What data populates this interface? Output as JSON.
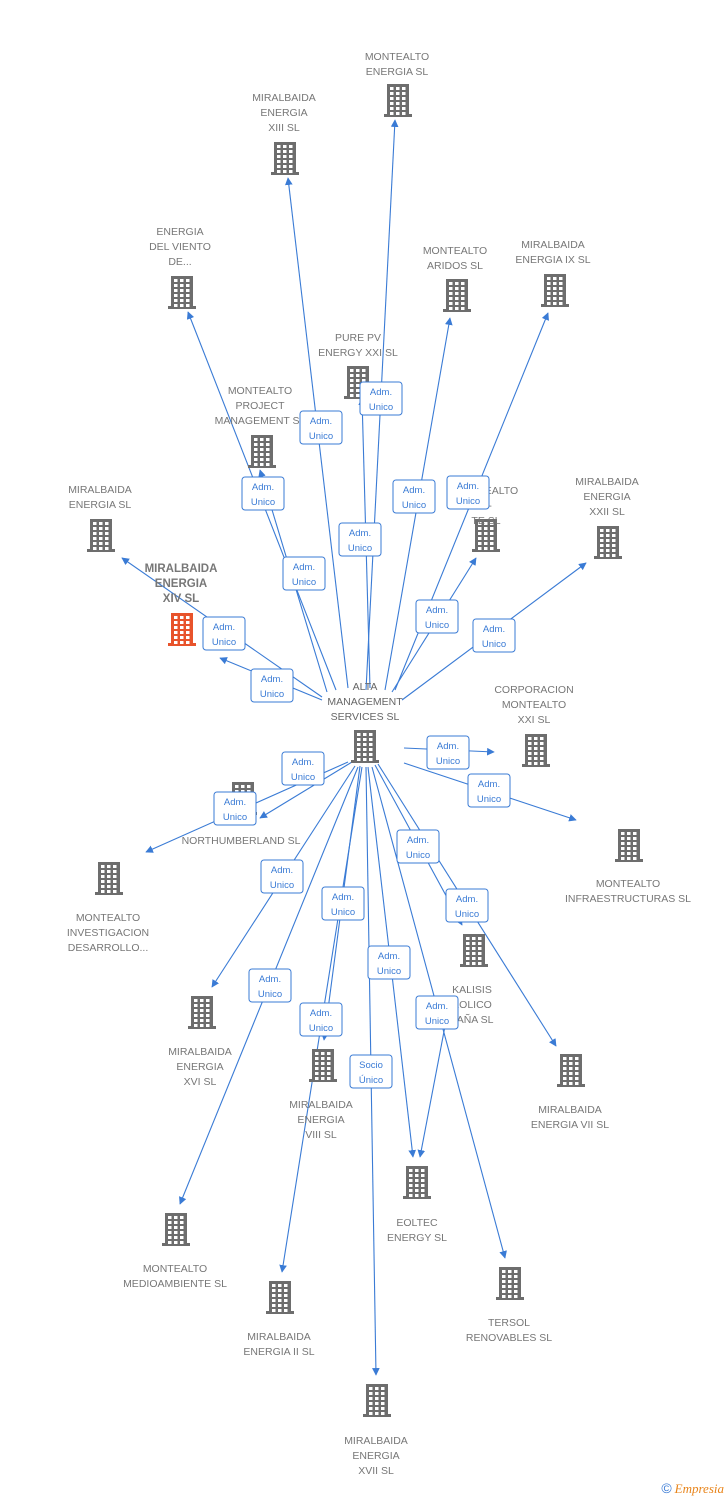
{
  "center": {
    "label": [
      "ALTA",
      "MANAGEMENT",
      "SERVICES SL"
    ]
  },
  "nodes": [
    {
      "id": "montealto_energia",
      "label": [
        "MONTEALTO",
        "ENERGIA SL"
      ],
      "focus": false
    },
    {
      "id": "miralbaida_xiii",
      "label": [
        "MIRALBAIDA",
        "ENERGIA",
        "XIII SL"
      ],
      "focus": false
    },
    {
      "id": "energia_viento",
      "label": [
        "ENERGIA",
        "DEL VIENTO",
        "DE..."
      ],
      "focus": false
    },
    {
      "id": "montealto_aridos",
      "label": [
        "MONTEALTO",
        "ARIDOS SL"
      ],
      "focus": false
    },
    {
      "id": "miralbaida_ix",
      "label": [
        "MIRALBAIDA",
        "ENERGIA IX SL"
      ],
      "focus": false
    },
    {
      "id": "pure_pv",
      "label": [
        "PURE PV",
        "ENERGY XXI SL"
      ],
      "focus": false
    },
    {
      "id": "montealto_project",
      "label": [
        "MONTEALTO",
        "PROJECT",
        "MANAGEMENT SL"
      ],
      "focus": false
    },
    {
      "id": "montealto_hidden",
      "label": [
        "MONTEALTO",
        "O-",
        "TE SL"
      ],
      "focus": false
    },
    {
      "id": "miralbaida_energia",
      "label": [
        "MIRALBAIDA",
        "ENERGIA SL"
      ],
      "focus": false
    },
    {
      "id": "miralbaida_xxii",
      "label": [
        "MIRALBAIDA",
        "ENERGIA",
        "XXII SL"
      ],
      "focus": false
    },
    {
      "id": "miralbaida_xiv",
      "label": [
        "MIRALBAIDA",
        "ENERGIA",
        "XIV SL"
      ],
      "focus": true
    },
    {
      "id": "corporacion",
      "label": [
        "CORPORACION",
        "MONTEALTO",
        "XXI SL"
      ],
      "focus": false
    },
    {
      "id": "northumberland",
      "label": [
        "NORTHUMBERLAND SL"
      ],
      "focus": false
    },
    {
      "id": "montealto_infra",
      "label": [
        "MONTEALTO",
        "INFRAESTRUCTURAS SL"
      ],
      "focus": false
    },
    {
      "id": "montealto_investigacion",
      "label": [
        "MONTEALTO",
        "INVESTIGACION",
        "DESARROLLO..."
      ],
      "focus": false
    },
    {
      "id": "kalisis",
      "label": [
        "KALISIS",
        "EOLICO",
        "PAÑA SL"
      ],
      "focus": false
    },
    {
      "id": "miralbaida_xvi",
      "label": [
        "MIRALBAIDA",
        "ENERGIA",
        "XVI SL"
      ],
      "focus": false
    },
    {
      "id": "miralbaida_viii",
      "label": [
        "MIRALBAIDA",
        "ENERGIA",
        "VIII SL"
      ],
      "focus": false
    },
    {
      "id": "miralbaida_vii",
      "label": [
        "MIRALBAIDA",
        "ENERGIA VII SL"
      ],
      "focus": false
    },
    {
      "id": "eoltec",
      "label": [
        "EOLTEC",
        "ENERGY SL"
      ],
      "focus": false
    },
    {
      "id": "montealto_medio",
      "label": [
        "MONTEALTO",
        "MEDIOAMBIENTE SL"
      ],
      "focus": false
    },
    {
      "id": "tersol",
      "label": [
        "TERSOL",
        "RENOVABLES SL"
      ],
      "focus": false
    },
    {
      "id": "miralbaida_ii",
      "label": [
        "MIRALBAIDA",
        "ENERGIA II SL"
      ],
      "focus": false
    },
    {
      "id": "miralbaida_xvii",
      "label": [
        "MIRALBAIDA",
        "ENERGIA",
        "XVII SL"
      ],
      "focus": false
    }
  ],
  "roles": [
    [
      "Adm.",
      "Unico"
    ],
    [
      "Adm.",
      "Unico"
    ],
    [
      "Adm.",
      "Unico"
    ],
    [
      "Adm.",
      "Unico"
    ],
    [
      "Adm.",
      "Unico"
    ],
    [
      "Adm.",
      "Unico"
    ],
    [
      "Adm.",
      "Unico"
    ],
    [
      "Adm.",
      "Unico"
    ],
    [
      "Adm.",
      "Unico"
    ],
    [
      "Adm.",
      "Unico"
    ],
    [
      "Adm.",
      "Unico"
    ],
    [
      "Adm.",
      "Unico"
    ],
    [
      "Adm.",
      "Unico"
    ],
    [
      "Adm.",
      "Unico"
    ],
    [
      "Adm.",
      "Unico"
    ],
    [
      "Adm.",
      "Unico"
    ],
    [
      "Adm.",
      "Unico"
    ],
    [
      "Adm.",
      "Unico"
    ],
    [
      "Adm.",
      "Unico"
    ],
    [
      "Adm.",
      "Unico"
    ],
    [
      "Adm.",
      "Unico"
    ],
    [
      "Adm.",
      "Unico"
    ],
    [
      "Adm.",
      "Unico"
    ],
    [
      "Socio",
      "Único"
    ]
  ],
  "footer": {
    "copyright": "©",
    "brand": "Empresia"
  },
  "colors": {
    "edge": "#3a7bd5",
    "icon": "#6d6d6d",
    "focus_icon": "#e8532b"
  }
}
